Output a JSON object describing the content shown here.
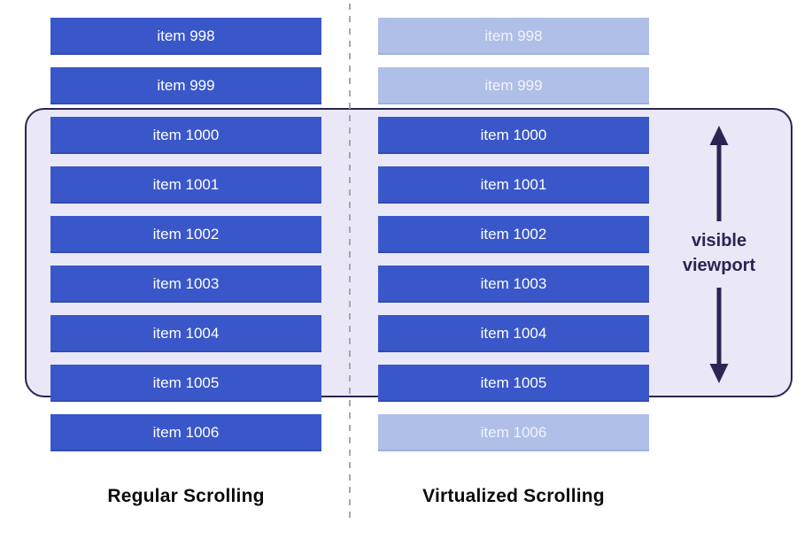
{
  "diagram": {
    "columns": [
      {
        "caption": "Regular Scrolling",
        "items": [
          {
            "label": "item 998",
            "state": "rendered"
          },
          {
            "label": "item 999",
            "state": "rendered"
          },
          {
            "label": "item 1000",
            "state": "rendered"
          },
          {
            "label": "item 1001",
            "state": "rendered"
          },
          {
            "label": "item 1002",
            "state": "rendered"
          },
          {
            "label": "item 1003",
            "state": "rendered"
          },
          {
            "label": "item 1004",
            "state": "rendered"
          },
          {
            "label": "item 1005",
            "state": "rendered"
          },
          {
            "label": "item 1006",
            "state": "rendered"
          }
        ]
      },
      {
        "caption": "Virtualized Scrolling",
        "items": [
          {
            "label": "item 998",
            "state": "virtualized"
          },
          {
            "label": "item 999",
            "state": "virtualized"
          },
          {
            "label": "item 1000",
            "state": "rendered"
          },
          {
            "label": "item 1001",
            "state": "rendered"
          },
          {
            "label": "item 1002",
            "state": "rendered"
          },
          {
            "label": "item 1003",
            "state": "rendered"
          },
          {
            "label": "item 1004",
            "state": "rendered"
          },
          {
            "label": "item 1005",
            "state": "rendered"
          },
          {
            "label": "item 1006",
            "state": "virtualized"
          }
        ]
      }
    ],
    "viewport_label": {
      "line1": "visible",
      "line2": "viewport"
    }
  },
  "colors": {
    "bar_rendered": "#3A57C9",
    "bar_virtualized": "#AFBFE8",
    "bar_text": "#FFFFFF",
    "viewport_fill": "#EAE7F7",
    "viewport_border": "#2B2553",
    "arrow": "#2B2553",
    "divider": "#A6A6AD",
    "caption_text": "#0B0B0B"
  }
}
